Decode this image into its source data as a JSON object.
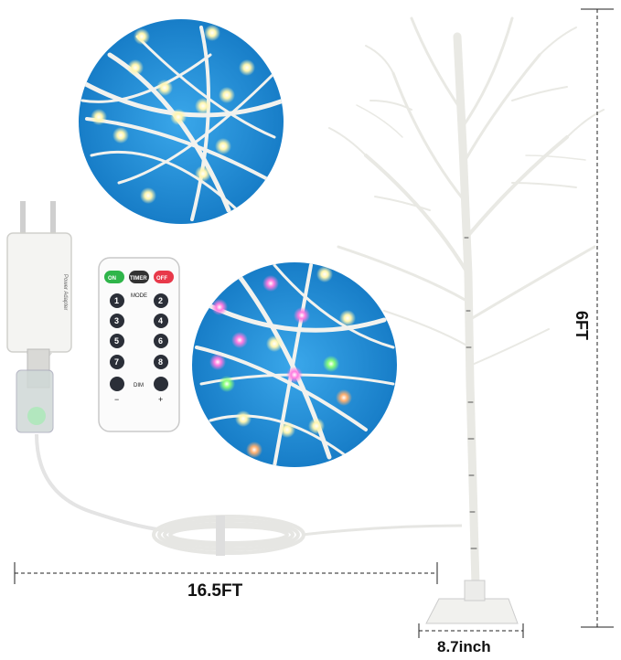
{
  "dimensions": {
    "cable_length": "16.5FT",
    "base_width": "8.7inch",
    "tree_height": "6FT"
  },
  "remote": {
    "on_label": "ON",
    "timer_label": "TIMER",
    "off_label": "OFF",
    "mode_label": "MODE",
    "dim_label": "DIM",
    "minus_label": "−",
    "plus_label": "+",
    "buttons": [
      "1",
      "2",
      "3",
      "4",
      "5",
      "6",
      "7",
      "8"
    ]
  },
  "adapter": {
    "side_text": "Power Adapter"
  },
  "colors": {
    "circle_bg": "#1e8fd6",
    "on_button": "#2fb54a",
    "off_button": "#e8394a",
    "timer_button": "#333333",
    "number_button": "#2b2f38"
  }
}
